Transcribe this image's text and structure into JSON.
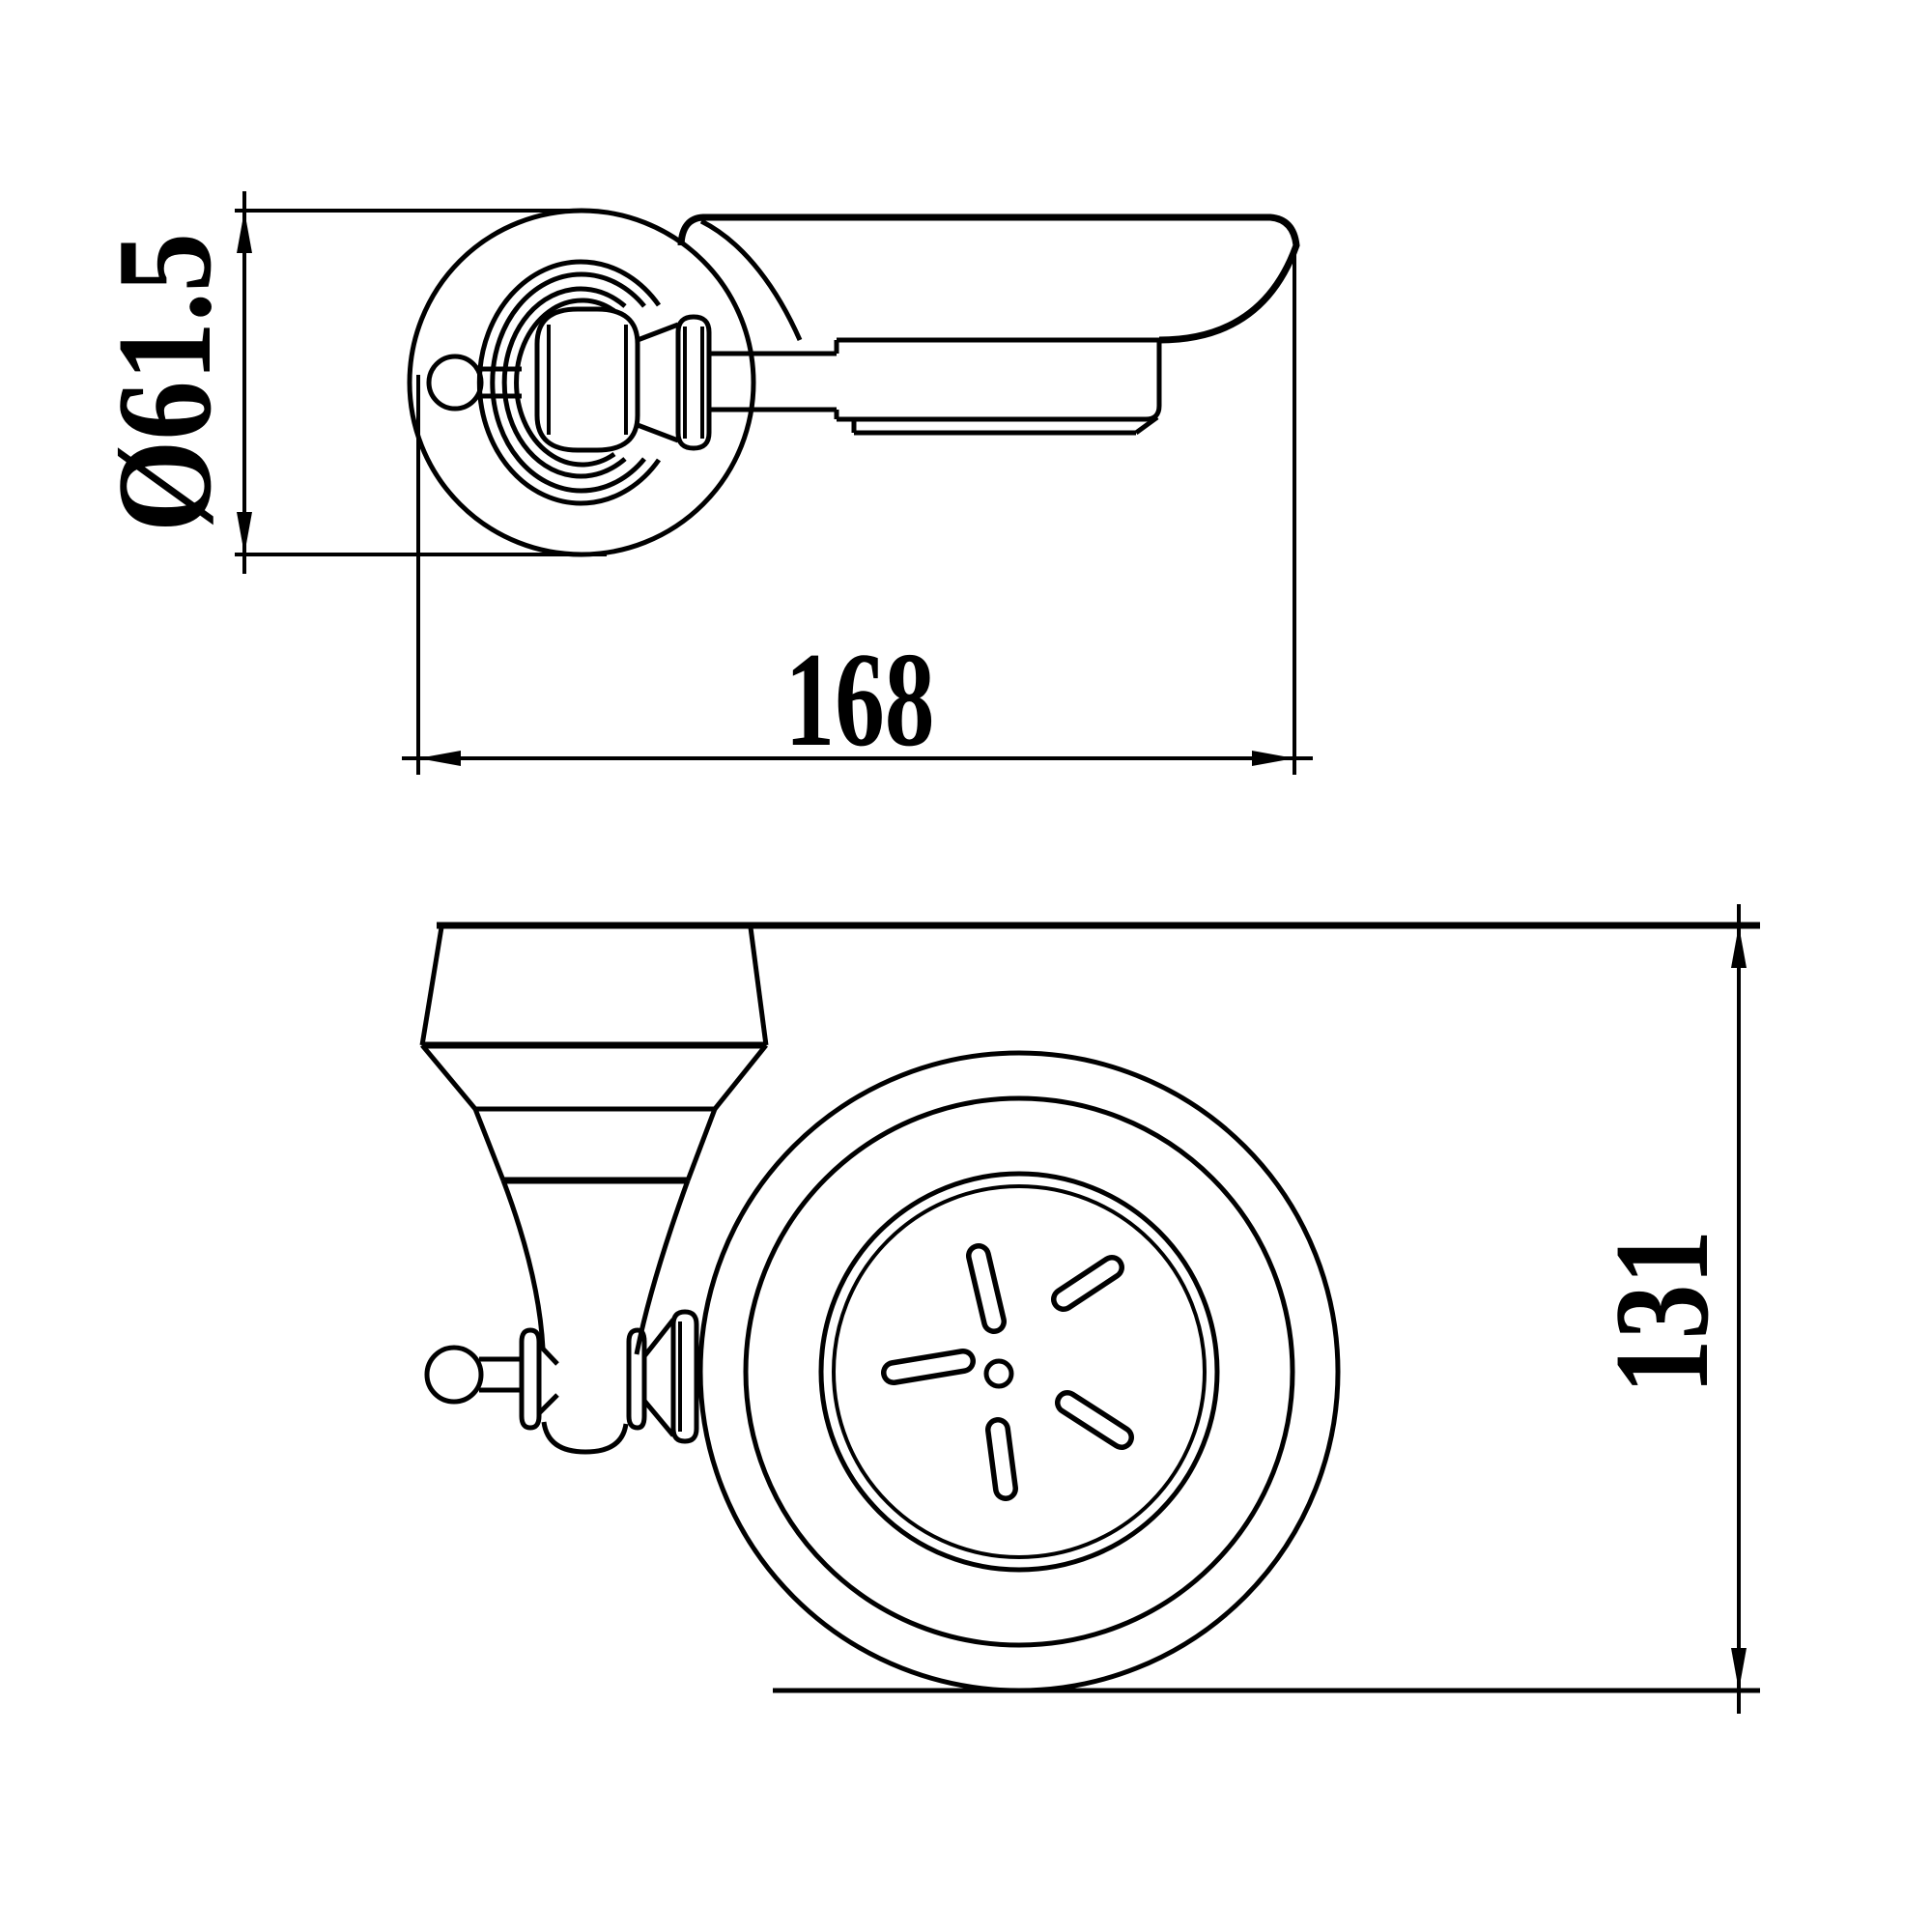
{
  "drawing": {
    "type": "technical-drawing",
    "subject": "wall-mounted soap dish holder, two orthographic views",
    "colors": {
      "background": "#ffffff",
      "line": "#000000"
    },
    "dimensions": {
      "flange_diameter": "Ø61.5",
      "overall_width": "168",
      "overall_depth": "131"
    }
  }
}
